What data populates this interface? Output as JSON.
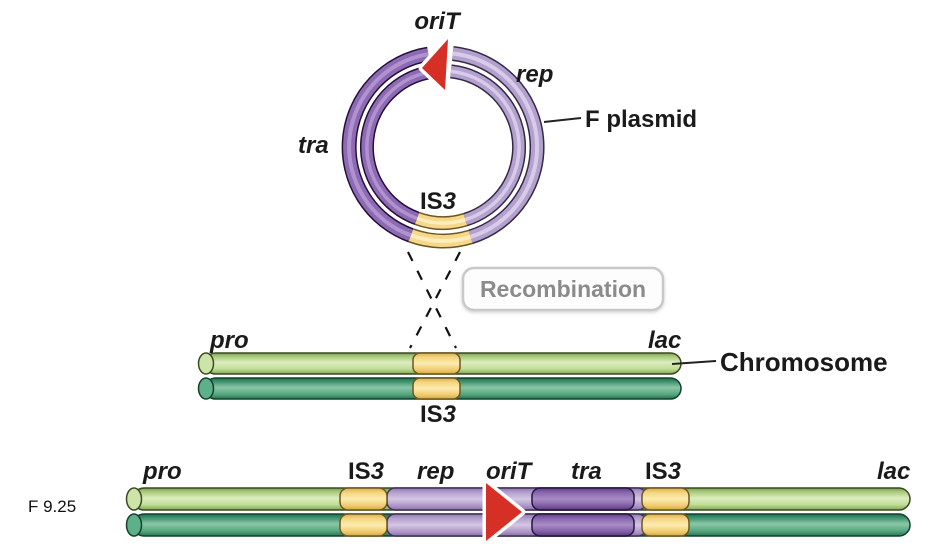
{
  "figure_label": "F 9.25",
  "plasmid": {
    "orit": "oriT",
    "rep": "rep",
    "tra": "tra",
    "is3_is": "IS",
    "is3_num": "3",
    "callout": "F plasmid"
  },
  "recombination": {
    "label": "Recombination"
  },
  "chromosome": {
    "pro": "pro",
    "lac": "lac",
    "is3_is": "IS",
    "is3_num": "3",
    "callout": "Chromosome"
  },
  "integrated": {
    "pro": "pro",
    "is3_left_is": "IS",
    "is3_left_num": "3",
    "rep": "rep",
    "orit": "oriT",
    "tra": "tra",
    "is3_right_is": "IS",
    "is3_right_num": "3",
    "lac": "lac"
  },
  "colors": {
    "light_purple": "#b3a0cf",
    "light_purple_hi": "#d7cce8",
    "dark_purple": "#8d6ab3",
    "dark_purple_hi": "#af93cf",
    "yellow": "#f7d88b",
    "yellow_hi": "#fdedbd",
    "red": "#d63026",
    "light_green": "#c9e2a2",
    "dark_green": "#4fa37c",
    "recombination_text": "#8b8b8b"
  }
}
